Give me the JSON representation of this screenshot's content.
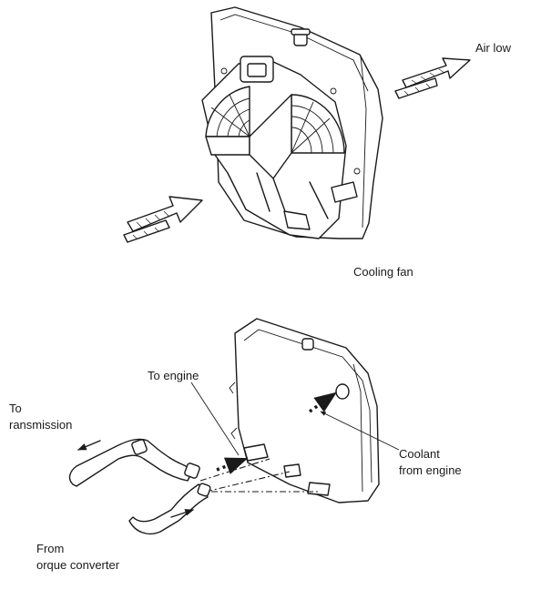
{
  "labels": {
    "airflow": "Air low",
    "cooling_fan": "Cooling fan",
    "to_engine": "To engine",
    "to_transmission_line1": "To",
    "to_transmission_line2": "ransmission",
    "coolant_line1": "Coolant",
    "coolant_line2": "from engine",
    "from_torque_line1": "From",
    "from_torque_line2": "orque converter"
  }
}
